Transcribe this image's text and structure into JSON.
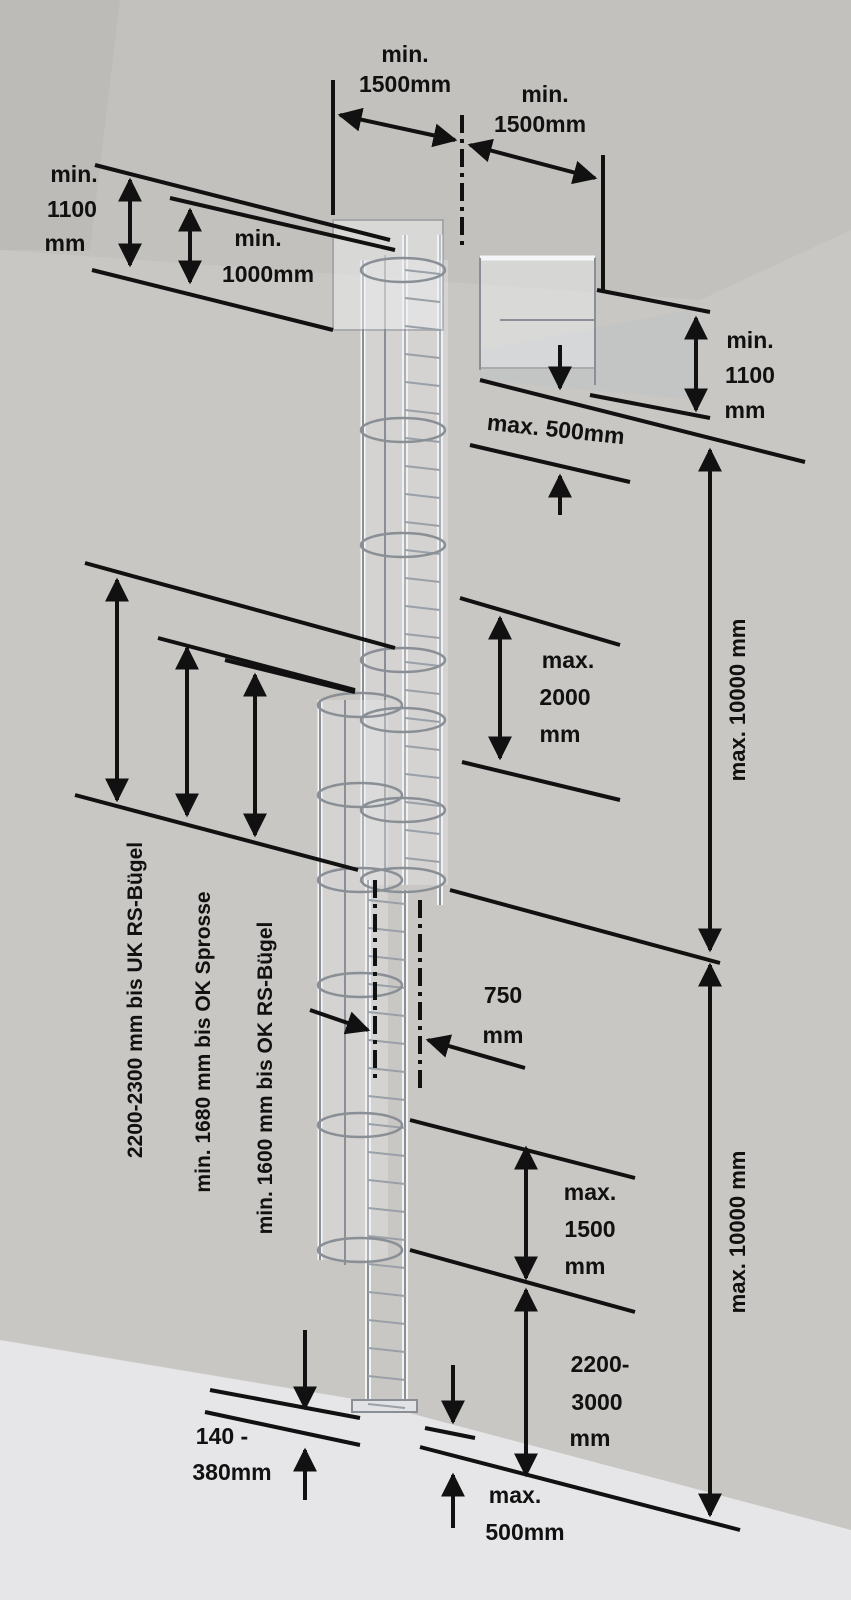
{
  "labels": {
    "top_left_min": "min.",
    "top_left_1500": "1500mm",
    "top_right_min": "min.",
    "top_right_1500": "1500mm",
    "left_1100_min": "min.",
    "left_1100_val": "1100",
    "left_1100_unit": "mm",
    "left_1000_min": "min.",
    "left_1000_val": "1000mm",
    "right_1100_min": "min.",
    "right_1100_val": "1100",
    "right_1100_unit": "mm",
    "max_500_top": "max. 500mm",
    "max_2000_a": "max.",
    "max_2000_b": "2000",
    "max_2000_c": "mm",
    "max_10000_upper": "max. 10000 mm",
    "max_10000_lower": "max. 10000 mm",
    "v_2200_2300": "2200-2300 mm bis UK RS-Bügel",
    "v_1680": "min. 1680 mm bis OK Sprosse",
    "v_1600": "min. 1600 mm bis OK RS-Bügel",
    "d_750_a": "750",
    "d_750_b": "mm",
    "max_1500_a": "max.",
    "max_1500_b": "1500",
    "max_1500_c": "mm",
    "d_2200_3000_a": "2200-",
    "d_2200_3000_b": "3000",
    "d_2200_3000_c": "mm",
    "d_140_380_a": "140 -",
    "d_140_380_b": "380mm",
    "max_500_bottom_a": "max.",
    "max_500_bottom_b": "500mm"
  },
  "colors": {
    "wall": "#c9c7c3",
    "wall_shadow": "#b4b2ae",
    "floor": "#e4e4e6",
    "ceiling": "#c2c0bc",
    "metal": "#eef0f2",
    "metal_edge": "#8a8f96",
    "ink": "#111111"
  }
}
